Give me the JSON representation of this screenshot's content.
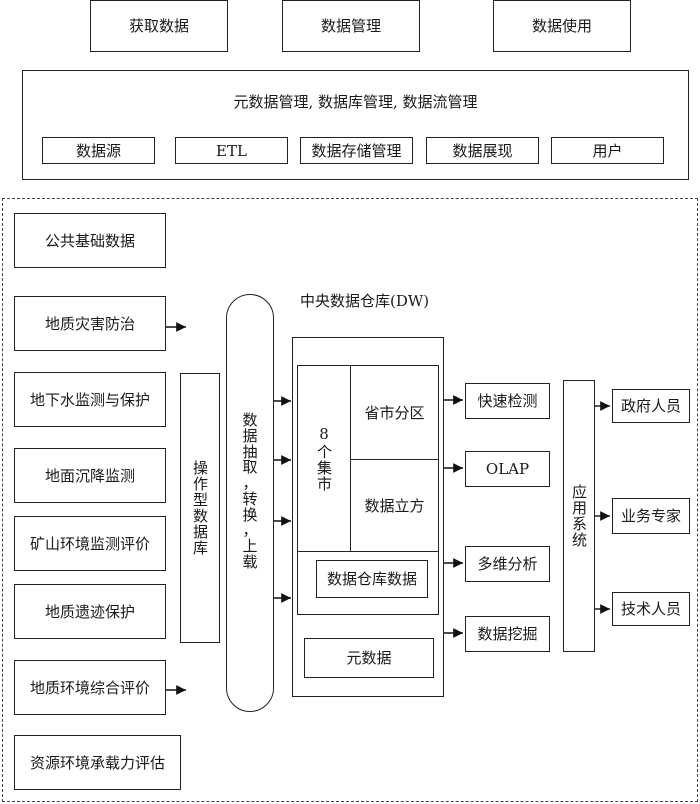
{
  "top": {
    "acquire": "获取数据",
    "manage": "数据管理",
    "use": "数据使用"
  },
  "management": {
    "title": "元数据管理, 数据库管理, 数据流管理",
    "items": [
      "数据源",
      "ETL",
      "数据存储管理",
      "数据展现",
      "用户"
    ]
  },
  "sources": [
    "公共基础数据",
    "地质灾害防治",
    "地下水监测与保护",
    "地面沉降监测",
    "矿山环境监测评价",
    "地质遗迹保护",
    "地质环境综合评价",
    "资源环境承载力评估"
  ],
  "ods": "操作型数据库",
  "etl_chars": [
    "数",
    "据",
    "抽",
    "取",
    "，",
    "转",
    "换",
    "，",
    "上",
    "载"
  ],
  "dw": {
    "title": "中央数据仓库(DW)",
    "marts": "8个集市",
    "region": "省市分区",
    "cube": "数据立方",
    "warehouse_data": "数据仓库数据",
    "metadata": "元数据"
  },
  "analysis": [
    "快速检测",
    "OLAP",
    "多维分析",
    "数据挖掘"
  ],
  "app_system": "应用系统",
  "users": [
    "政府人员",
    "业务专家",
    "技术人员"
  ]
}
